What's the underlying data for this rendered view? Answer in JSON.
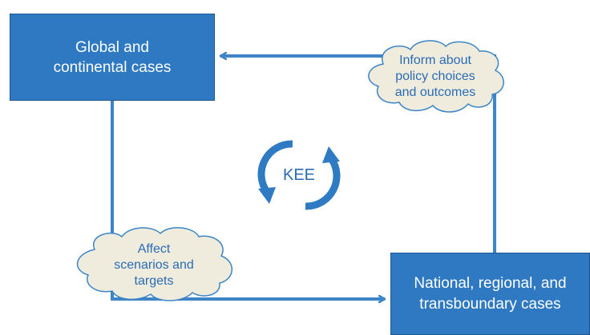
{
  "boxes": {
    "global": {
      "line1": "Global and",
      "line2": "continental cases"
    },
    "national": {
      "line1": "National, regional, and",
      "line2": "transboundary cases"
    }
  },
  "clouds": {
    "inform": {
      "line1": "Inform about",
      "line2": "policy choices",
      "line3": "and outcomes"
    },
    "affect": {
      "line1": "Affect",
      "line2": "scenarios and",
      "line3": "targets"
    }
  },
  "center": {
    "label": "KEE"
  },
  "colors": {
    "box_fill": "#2e79c1",
    "box_border": "#20568d",
    "connector": "#3d85c6",
    "cloud_fill": "#efecdd",
    "cloud_stroke": "#3d85c6",
    "cloud_text": "#2a6cb4",
    "cycle_arrow": "#2f7bc3"
  }
}
